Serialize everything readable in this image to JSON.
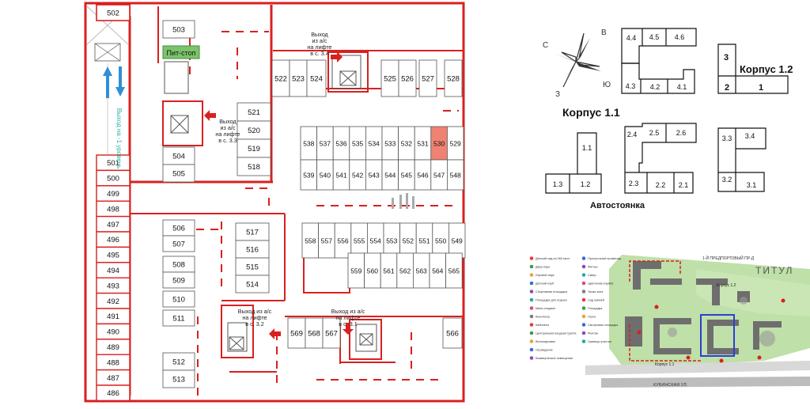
{
  "floorplan": {
    "pit_stop_label": "Пит-стоп",
    "exit_label_lines": [
      "Выход",
      "на",
      "-1 уровень"
    ],
    "lift_exits": [
      {
        "id": "3.4",
        "lines": [
          "Выход",
          "из а/с",
          "на лифте",
          "в с. 3.4"
        ]
      },
      {
        "id": "3.3",
        "lines": [
          "Выход",
          "из а/с",
          "на лифте",
          "в с. 3.3"
        ]
      },
      {
        "id": "3.2",
        "lines": [
          "Выход из а/с",
          "на лифте",
          "в с. 3.2"
        ]
      },
      {
        "id": "3.1",
        "lines": [
          "Выход из а/с",
          "на лифте",
          "в с. 3.1"
        ]
      }
    ],
    "highlighted_space": "530",
    "spaces_left_column": [
      "501",
      "500",
      "499",
      "498",
      "497",
      "496",
      "495",
      "494",
      "493",
      "492",
      "491",
      "490",
      "489",
      "488",
      "487",
      "486"
    ],
    "space_502": "502",
    "spaces_block_a": [
      "503",
      "504",
      "505"
    ],
    "spaces_block_b": [
      "506",
      "507",
      "508",
      "509",
      "510",
      "511",
      "512",
      "513"
    ],
    "spaces_block_c": [
      "521",
      "520",
      "519",
      "518"
    ],
    "spaces_block_d": [
      "517",
      "516",
      "515",
      "514"
    ],
    "spaces_top_row": [
      "522",
      "523",
      "524",
      "525",
      "526",
      "527",
      "528"
    ],
    "spaces_center_upper_top": [
      "538",
      "537",
      "536",
      "535",
      "534",
      "533",
      "532",
      "531",
      "530",
      "529"
    ],
    "spaces_center_upper_bottom": [
      "539",
      "540",
      "541",
      "542",
      "543",
      "544",
      "545",
      "546",
      "547",
      "548"
    ],
    "spaces_center_lower_top": [
      "558",
      "557",
      "556",
      "555",
      "554",
      "553",
      "552",
      "551",
      "550",
      "549"
    ],
    "spaces_center_lower_bottom": [
      "559",
      "560",
      "561",
      "562",
      "563",
      "564",
      "565"
    ],
    "spaces_bottom_row": [
      "569",
      "568",
      "567",
      "566"
    ]
  },
  "compass": {
    "n": "С",
    "e": "В",
    "s": "Ю",
    "w": "З"
  },
  "buildings": {
    "korpus_11_label": "Корпус 1.1",
    "korpus_12_label": "Корпус 1.2",
    "parking_label": "Автостоянка",
    "sections_11_top": [
      "4.4",
      "4.5",
      "4.6",
      "4.3",
      "4.2",
      "4.1"
    ],
    "sections_12": [
      "3",
      "2",
      "1"
    ],
    "sections_11_left": [
      "1.1",
      "1.3",
      "1.2"
    ],
    "sections_2": [
      "2.4",
      "2.5",
      "2.6",
      "2.3",
      "2.2",
      "2.1"
    ],
    "sections_3": [
      "3.3",
      "3.4",
      "3.2",
      "3.1"
    ]
  },
  "site_plan": {
    "brand_name": "ТИТУЛ",
    "road_label": "КУБИНСКАЯ УЛ.",
    "street_label_top": "1-Й ПРЕДПОРТОВЫЙ ПР-Д",
    "korpus_labels": [
      "Корпус 1.1",
      "Корпус 1.2"
    ],
    "legend_left": [
      "Детский сад на 260 мест",
      "Двор-парк",
      "Игровой парк",
      "Детский клуб",
      "Спортивная площадка",
      "Площадка для отдыха",
      "Мини-стадион",
      "Кинотеатр",
      "Кабинеты",
      "Центральная входная группа",
      "Велопарковки",
      "Ограждение",
      "Коммерческие помещения"
    ],
    "legend_right": [
      "Прогулочный променад",
      "Фитнес",
      "Сквер",
      "Цветочная клумба",
      "Тихая зона",
      "Сад камней",
      "Площадка",
      "Газон",
      "Смотровая площадка",
      "Фонтан",
      "Границы участка"
    ],
    "legend_colors": [
      "#e43b3b",
      "#3a9b4a",
      "#e7a33b",
      "#3b6bd0",
      "#8b4bb6",
      "#2aa8a0",
      "#d64c7a",
      "#7d7d7d"
    ]
  }
}
